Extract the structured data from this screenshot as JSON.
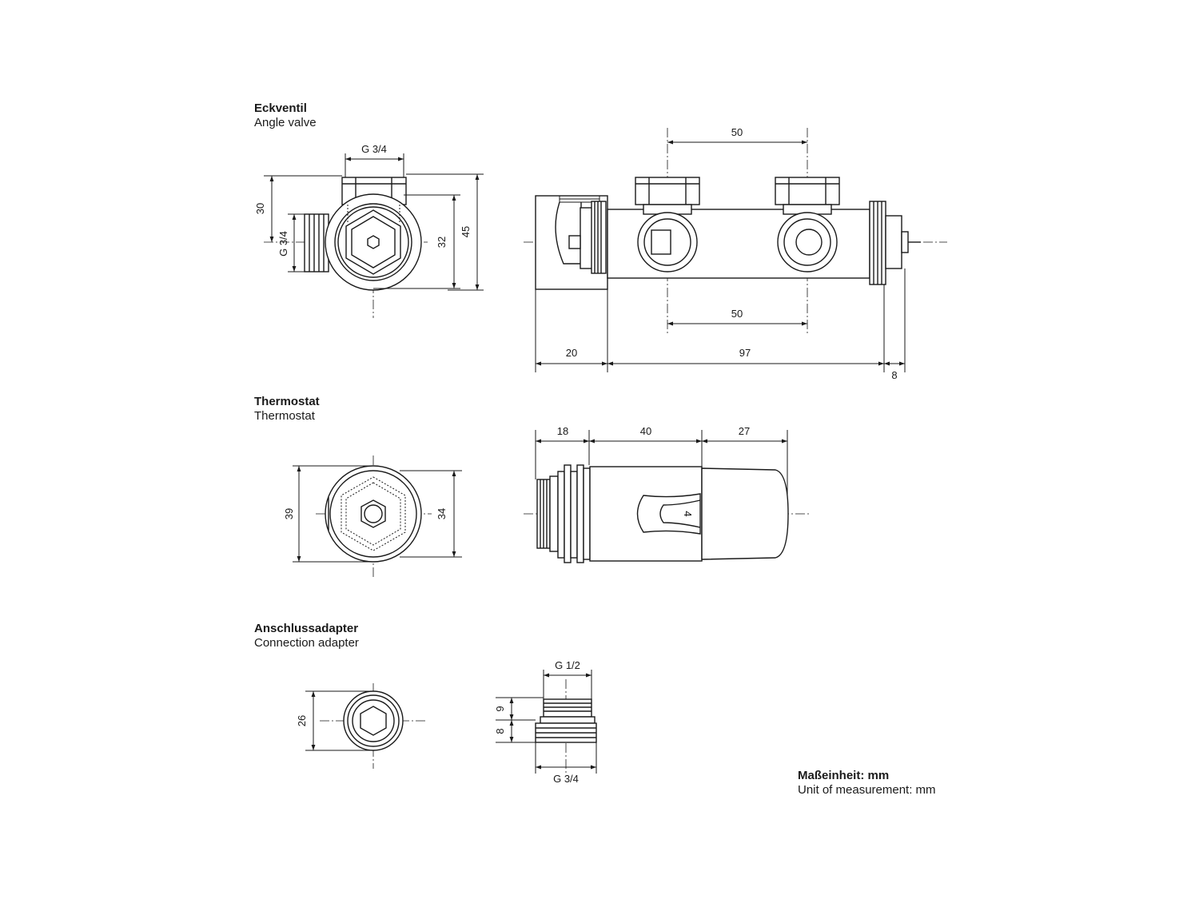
{
  "sections": {
    "angle_valve": {
      "title_de": "Eckventil",
      "title_en": "Angle valve"
    },
    "thermostat": {
      "title_de": "Thermostat",
      "title_en": "Thermostat"
    },
    "adapter": {
      "title_de": "Anschlussadapter",
      "title_en": "Connection adapter"
    }
  },
  "units": {
    "label_de": "Maßeinheit: mm",
    "label_en": "Unit of measurement: mm"
  },
  "dimensions": {
    "valve_side": {
      "thread_top": "G 3/4",
      "height_30": "30",
      "thread_side": "G 3/4",
      "dia_32": "32",
      "height_45": "45"
    },
    "valve_front": {
      "spacing_top": "50",
      "spacing_bottom": "50",
      "len_20": "20",
      "len_97": "97",
      "len_8": "8"
    },
    "thermo_end": {
      "dia_39": "39",
      "dia_34": "34"
    },
    "thermo_side": {
      "len_18": "18",
      "len_40": "40",
      "len_27": "27",
      "marking": "4"
    },
    "adapter_end": {
      "dia_26": "26"
    },
    "adapter_side": {
      "thread_top": "G 1/2",
      "h_9": "9",
      "h_8": "8",
      "thread_bottom": "G 3/4"
    }
  }
}
